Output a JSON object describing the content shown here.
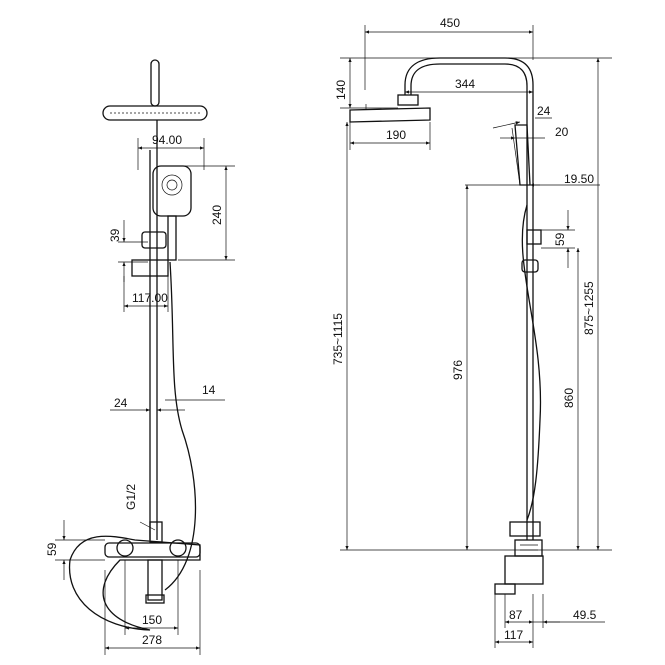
{
  "front_view": {
    "dimensions": {
      "head_width": "94.00",
      "hand_shower_height": "240",
      "holder_offset": "39",
      "bracket_width": "117.00",
      "pipe_diameter_inner": "24",
      "pipe_diameter_outer": "14",
      "inlet_thread": "G1/2",
      "mixer_height": "59",
      "inlet_spacing": "150",
      "mixer_width": "278"
    }
  },
  "side_view": {
    "dimensions": {
      "arm_width": "450",
      "arm_reach": "344",
      "head_offset": "140",
      "head_diameter": "190",
      "handle_angle_top": "24",
      "handle_offset": "20",
      "holder_depth": "19.50",
      "holder_height": "59",
      "total_height_range": "735~1115",
      "slider_range": "875~1255",
      "pipe_height": "976",
      "holder_max_height": "860",
      "spout_projection": "87",
      "wall_offset": "49.5",
      "mixer_depth": "117"
    }
  }
}
